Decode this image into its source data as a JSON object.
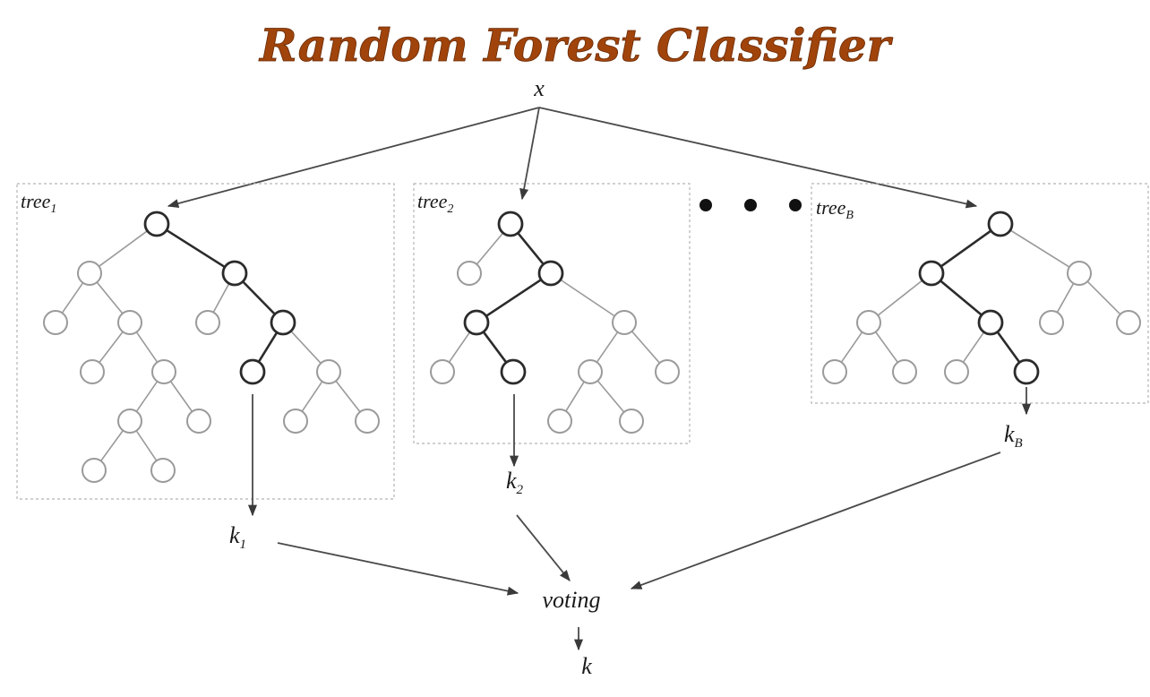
{
  "title": "Random Forest Classifier",
  "input_label": "x",
  "trees": [
    {
      "name": "tree",
      "sub": "1",
      "output": "k",
      "output_sub": "1"
    },
    {
      "name": "tree",
      "sub": "2",
      "output": "k",
      "output_sub": "2"
    },
    {
      "name": "tree",
      "sub": "B",
      "output": "k",
      "output_sub": "B"
    }
  ],
  "ellipsis": "• • •",
  "voting_label": "voting",
  "final_label": "k",
  "colors": {
    "title": "#a0440c",
    "highlight_path": "#2b2b2b",
    "node": "#9a9a9a"
  }
}
